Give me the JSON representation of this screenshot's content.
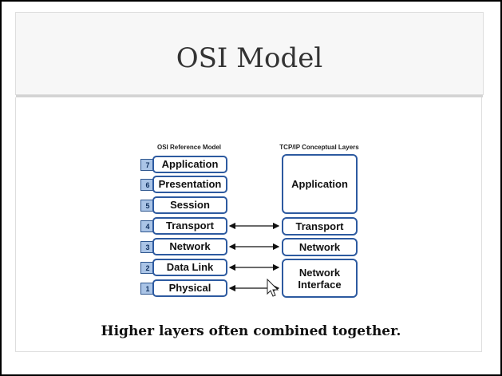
{
  "slide": {
    "title": "OSI Model",
    "caption": "Higher layers often combined together."
  },
  "diagram": {
    "osi_header": "OSI Reference Model",
    "tcp_header": "TCP/IP Conceptual Layers",
    "osi_layers": [
      {
        "number": "7",
        "label": "Application"
      },
      {
        "number": "6",
        "label": "Presentation"
      },
      {
        "number": "5",
        "label": "Session"
      },
      {
        "number": "4",
        "label": "Transport"
      },
      {
        "number": "3",
        "label": "Network"
      },
      {
        "number": "2",
        "label": "Data Link"
      },
      {
        "number": "1",
        "label": "Physical"
      }
    ],
    "tcp_layers": [
      {
        "label": "Application"
      },
      {
        "label": "Transport"
      },
      {
        "label": "Network"
      },
      {
        "label": "Network Interface"
      }
    ]
  }
}
